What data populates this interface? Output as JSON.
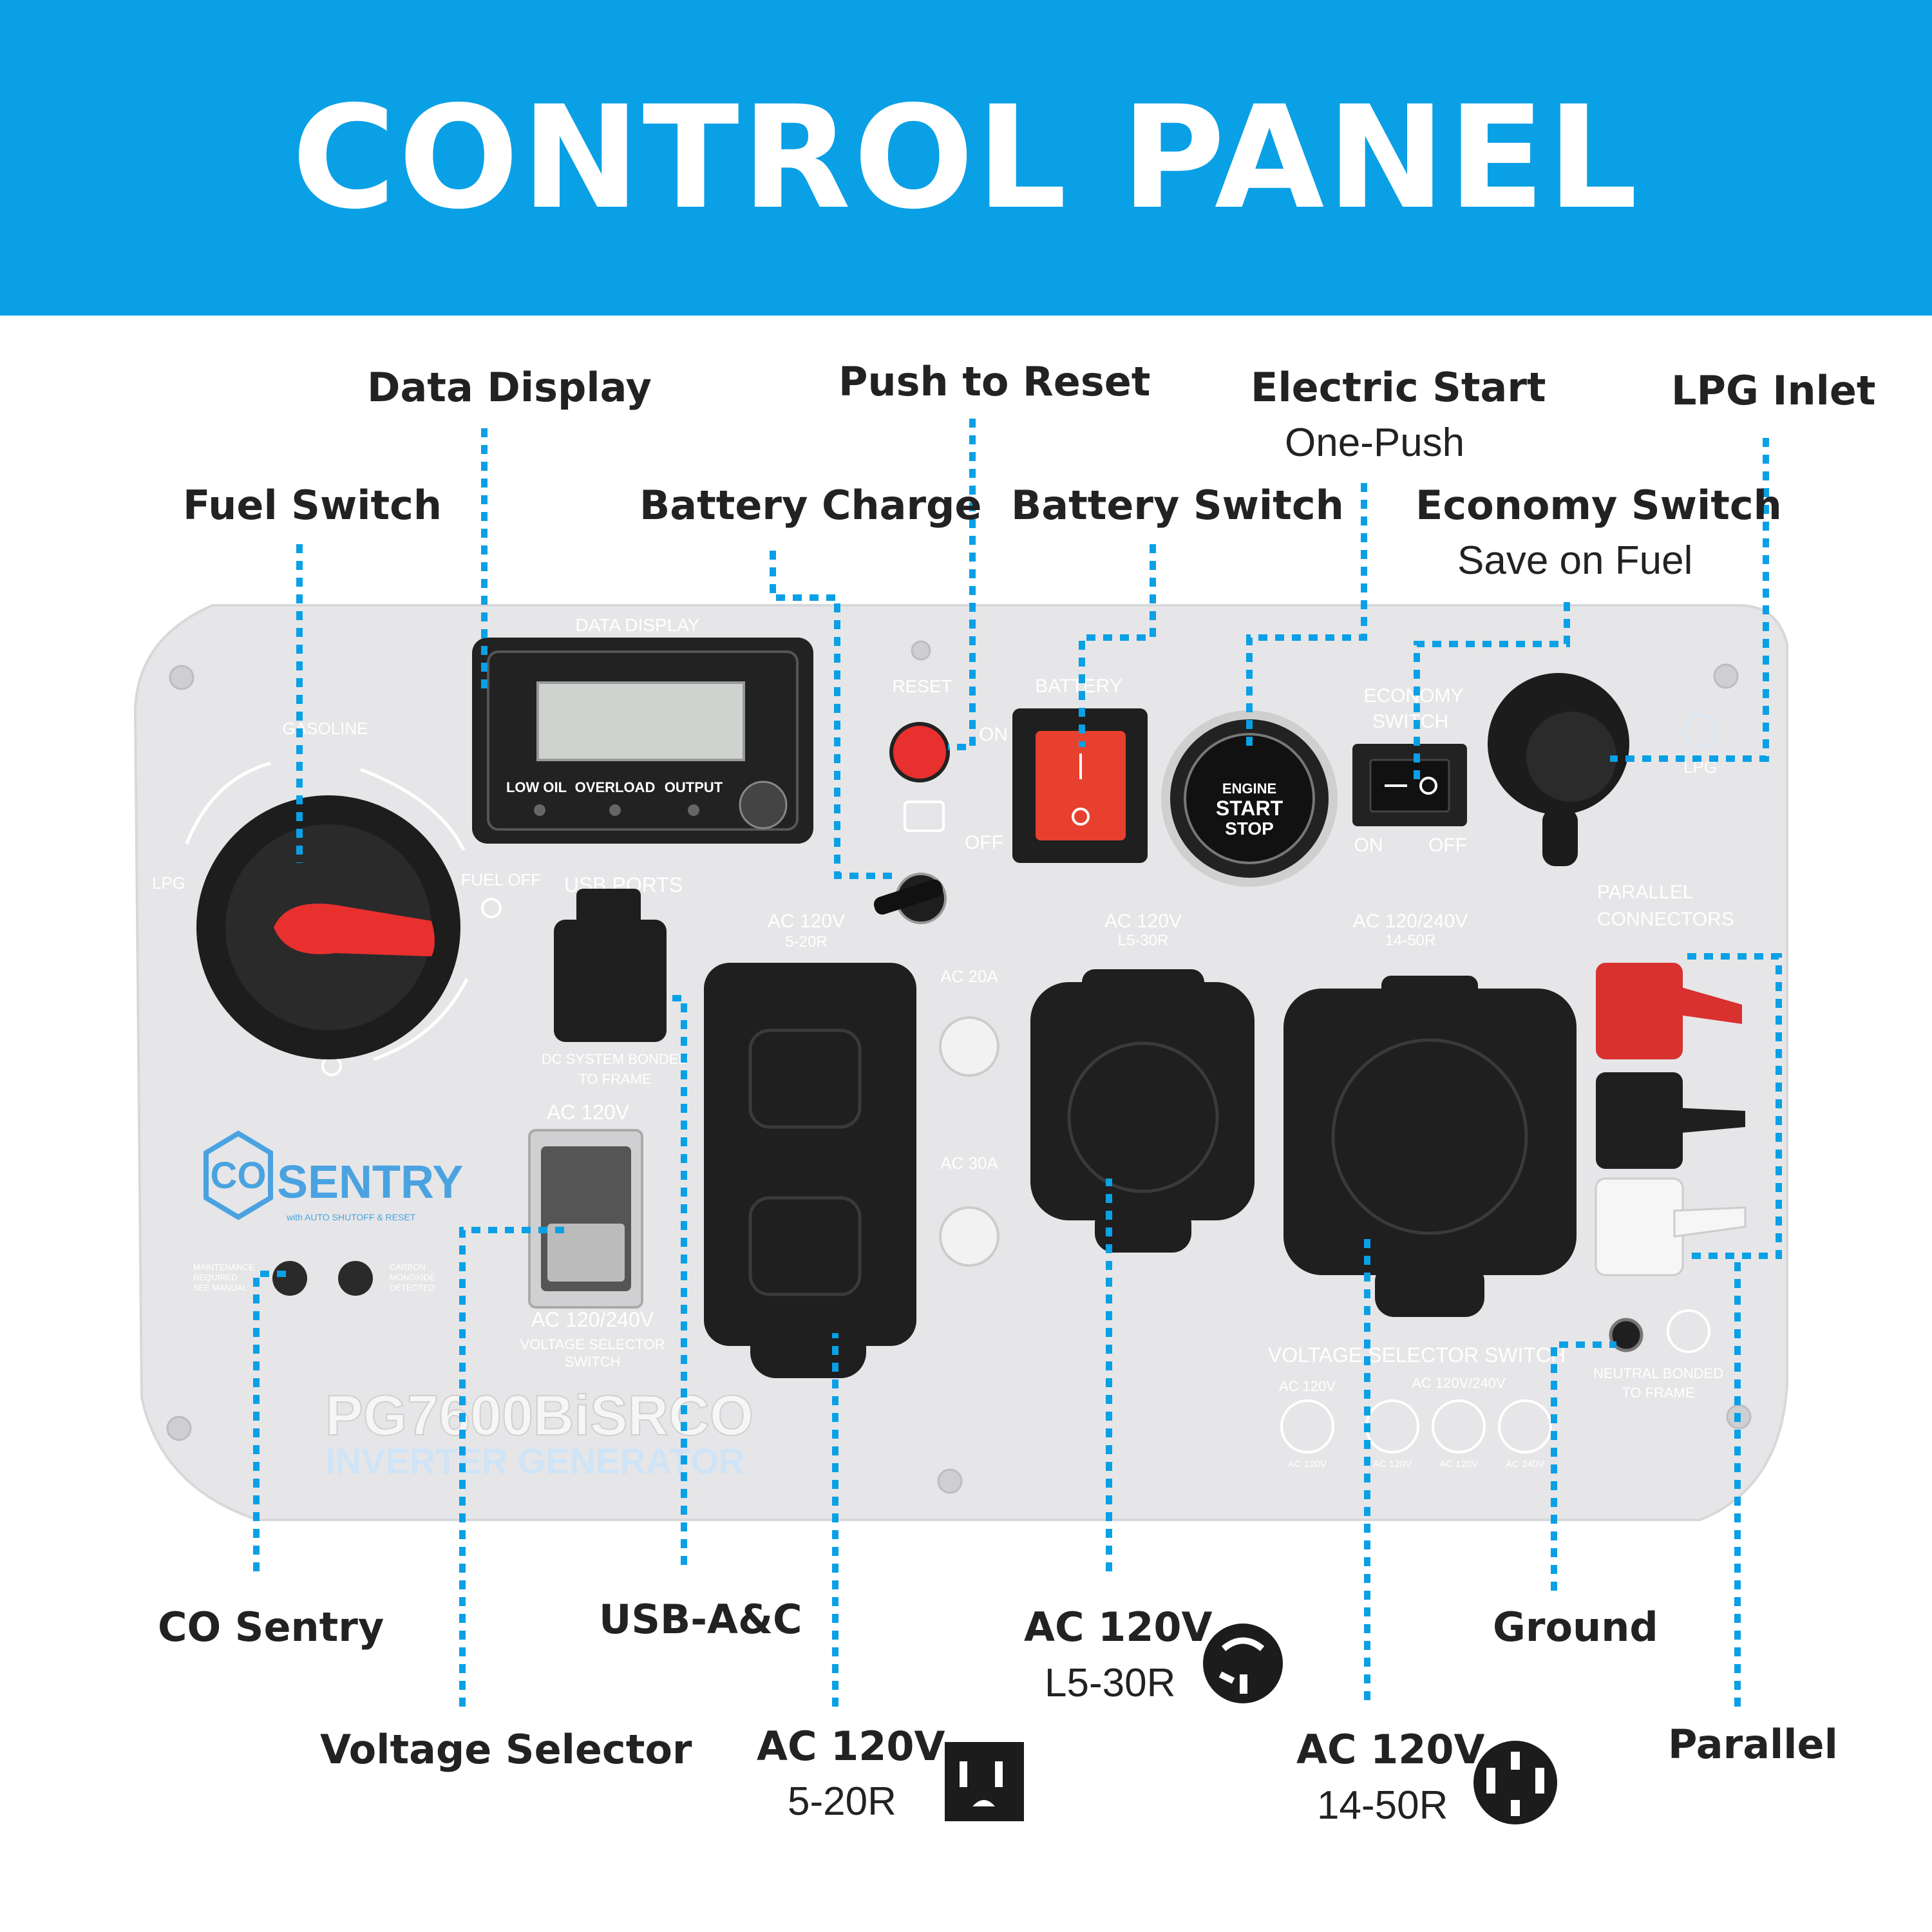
{
  "header": {
    "title": "CONTROL PANEL"
  },
  "callouts": {
    "data_display": "Data Display",
    "push_to_reset": "Push to Reset",
    "electric_start": "Electric Start",
    "electric_start_sub": "One-Push",
    "lpg_inlet": "LPG Inlet",
    "fuel_switch": "Fuel Switch",
    "battery_charge": "Battery Charge",
    "battery_switch": "Battery Switch",
    "economy_switch": "Economy Switch",
    "economy_switch_sub": "Save on Fuel",
    "co_sentry": "CO Sentry",
    "usb": "USB-A&C",
    "ac_l530": "AC 120V",
    "ac_l530_sub": "L5-30R",
    "ground": "Ground",
    "voltage_selector": "Voltage Selector",
    "ac_520": "AC 120V",
    "ac_520_sub": "5-20R",
    "ac_1450": "AC 120V",
    "ac_1450_sub": "14-50R",
    "parallel": "Parallel"
  },
  "panel": {
    "data_display": "DATA DISPLAY",
    "low_oil": "LOW OIL",
    "overload": "OVERLOAD",
    "output": "OUTPUT",
    "reset": "RESET",
    "on": "ON",
    "off": "OFF",
    "battery": "BATTERY",
    "engine": "ENGINE",
    "start": "START",
    "stop": "STOP",
    "economy": "ECONOMY",
    "switch": "SWITCH",
    "eco_on": "ON",
    "eco_off": "OFF",
    "lpg_small": "LPG",
    "gasoline": "GASOLINE",
    "lpg": "LPG",
    "fuel_off": "FUEL OFF",
    "usb_ports": "USB PORTS",
    "dc_bonded_1": "DC SYSTEM BONDED",
    "dc_bonded_2": "TO FRAME",
    "ac120v_520": "AC 120V",
    "r520": "5-20R",
    "ac20a": "AC 20A",
    "ac30a": "AC 30A",
    "ac120v_l530": "AC 120V",
    "l530": "L5-30R",
    "ac120240": "AC 120/240V",
    "r1450": "14-50R",
    "parallel_1": "PARALLEL",
    "parallel_2": "CONNECTORS",
    "ac120v_sel": "AC 120V",
    "ac120240_sel": "AC 120/240V",
    "vs_1": "VOLTAGE SELECTOR",
    "vs_2": "SWITCH",
    "co_brand": "CO",
    "sentry": "SENTRY",
    "co_tag": "with AUTO SHUTOFF & RESET",
    "maint_1": "MAINTENANCE",
    "maint_2": "REQUIRED",
    "maint_3": "SEE MANUAL",
    "co_det_1": "CARBON",
    "co_det_2": "MONOXIDE",
    "co_det_3": "DETECTED",
    "model": "PG7600BiSRCO",
    "model_sub": "INVERTER GENERATOR",
    "vss_title": "VOLTAGE SELECTOR SWITCH",
    "vss_a": "AC 120V",
    "vss_b": "AC 120V/240V",
    "vss_c1": "AC 120V",
    "vss_c2": "AC 120V",
    "vss_c3": "AC 120V",
    "vss_c4": "AC 240V",
    "neutral_1": "NEUTRAL BONDED",
    "neutral_2": "TO FRAME"
  },
  "colors": {
    "header": "#0aa0e6",
    "leader": "#0aa0e6",
    "panel": "#e6e6e8",
    "red": "#e8302e"
  }
}
